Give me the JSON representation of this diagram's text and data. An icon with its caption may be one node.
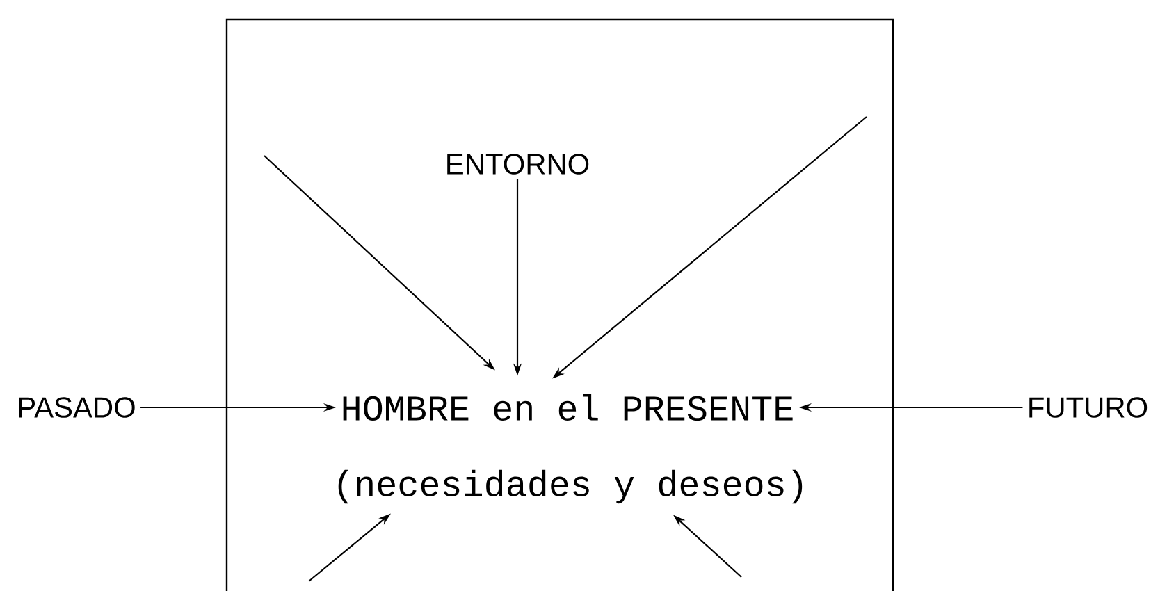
{
  "diagram": {
    "nodes": [
      {
        "text": [
          "ENTORNO"
        ]
      },
      {
        "text": [
          "PASADO"
        ]
      },
      {
        "text": [
          "HOMBRE en el PRESENTE"
        ]
      },
      {
        "text": [
          "FUTURO"
        ]
      },
      {
        "text": [
          "(necesidades y deseos)"
        ]
      }
    ],
    "edges": [
      {
        "from": null,
        "to": 2,
        "arrow": "to"
      },
      {
        "from": 0,
        "to": 2,
        "arrow": "to"
      },
      {
        "from": null,
        "to": 2,
        "arrow": "to"
      },
      {
        "from": 1,
        "to": 2,
        "arrow": "to"
      },
      {
        "from": 3,
        "to": 2,
        "arrow": "to"
      },
      {
        "from": null,
        "to": 4,
        "arrow": "to"
      },
      {
        "from": null,
        "to": 4,
        "arrow": "to"
      }
    ]
  }
}
